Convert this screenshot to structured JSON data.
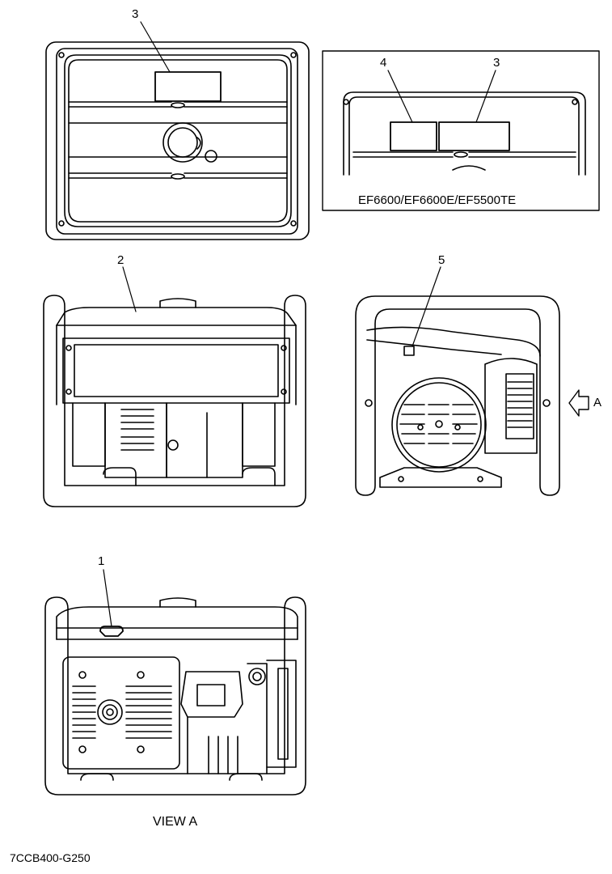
{
  "callouts": {
    "c3_top": "3",
    "c4": "4",
    "c3_inset": "3",
    "c2": "2",
    "c5": "5",
    "c1": "1"
  },
  "inset_caption": "EF6600/EF6600E/EF5500TE",
  "arrow_label": "A",
  "view_caption": "VIEW A",
  "drawing_code": "7CCB400-G250",
  "colors": {
    "line": "#000000",
    "background": "#ffffff"
  }
}
